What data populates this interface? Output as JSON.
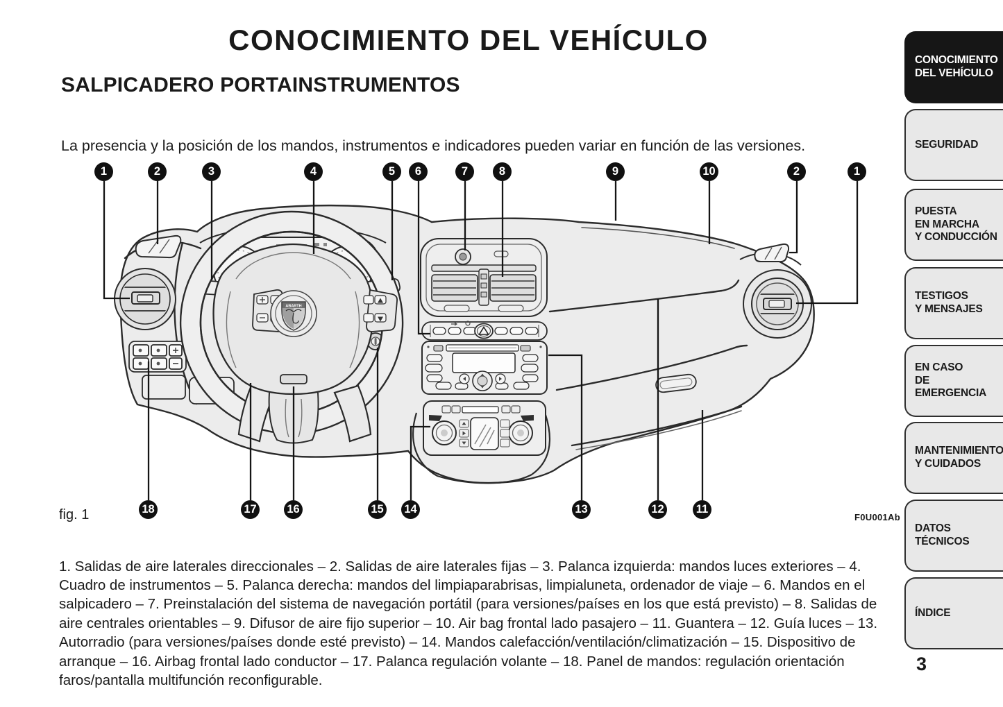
{
  "header": {
    "title": "CONOCIMIENTO DEL VEHÍCULO"
  },
  "section": {
    "heading": "SALPICADERO PORTAINSTRUMENTOS",
    "intro": "La presencia y la posición de los mandos, instrumentos e indicadores pueden variar en función de las versiones."
  },
  "figure": {
    "caption": "fig. 1",
    "code": "F0U001Ab",
    "badge_text": "ABARTH",
    "callouts_top": [
      "1",
      "2",
      "3",
      "4",
      "5",
      "6",
      "7",
      "8",
      "9",
      "10",
      "2",
      "1"
    ],
    "callouts_bottom": [
      "18",
      "17",
      "16",
      "15",
      "14",
      "13",
      "12",
      "11"
    ],
    "legend": "1. Salidas de aire laterales direccionales – 2. Salidas de aire laterales fijas – 3. Palanca izquierda: mandos luces exteriores – 4. Cuadro de instrumentos – 5. Palanca derecha: mandos del limpiaparabrisas, limpialuneta, ordenador de viaje – 6. Mandos en el salpicadero – 7. Preinstalación del sistema de navegación portátil (para versiones/países en los que está previsto) – 8. Salidas de aire centrales orientables – 9. Difusor de aire fijo superior – 10. Air bag frontal lado pasajero – 11. Guantera – 12. Guía luces – 13. Autorradio (para versiones/países donde esté previsto) – 14. Mandos calefacción/ventilación/climatización – 15. Dispositivo de arranque – 16. Airbag frontal lado conductor – 17. Palanca regulación volante – 18. Panel de mandos: regulación orientación faros/pantalla multifunción reconfigurable."
  },
  "sidebar": {
    "tabs": [
      {
        "label": "CONOCIMIENTO\nDEL VEHÍCULO",
        "active": true
      },
      {
        "label": "SEGURIDAD"
      },
      {
        "label": "PUESTA\nEN MARCHA\nY CONDUCCIÓN"
      },
      {
        "label": "TESTIGOS\nY MENSAJES"
      },
      {
        "label": "EN CASO\nDE EMERGENCIA"
      },
      {
        "label": "MANTENIMIENTO\nY CUIDADOS"
      },
      {
        "label": "DATOS TÉCNICOS"
      },
      {
        "label": "ÍNDICE"
      }
    ]
  },
  "footer": {
    "page_number": "3"
  },
  "colors": {
    "ink": "#1a1a1a",
    "line_art": "#2b2b2b",
    "dash_fill": "#ececec",
    "tab_active_bg": "#161616",
    "tab_inactive_bg": "#e8e8e8"
  }
}
